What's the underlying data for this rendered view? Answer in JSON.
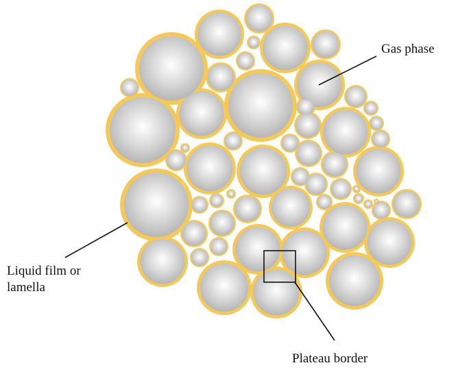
{
  "labels": {
    "gas_phase": "Gas phase",
    "liquid_film_line1": "Liquid film or",
    "liquid_film_line2": "lamella",
    "plateau_border": "Plateau border"
  },
  "colors": {
    "liquid_film": "#f4c95a",
    "gas_bubble_center": "#ffffff",
    "gas_bubble_edge": "#b9b9b9",
    "leader_line": "#111111",
    "plateau_box": "#111111"
  }
}
